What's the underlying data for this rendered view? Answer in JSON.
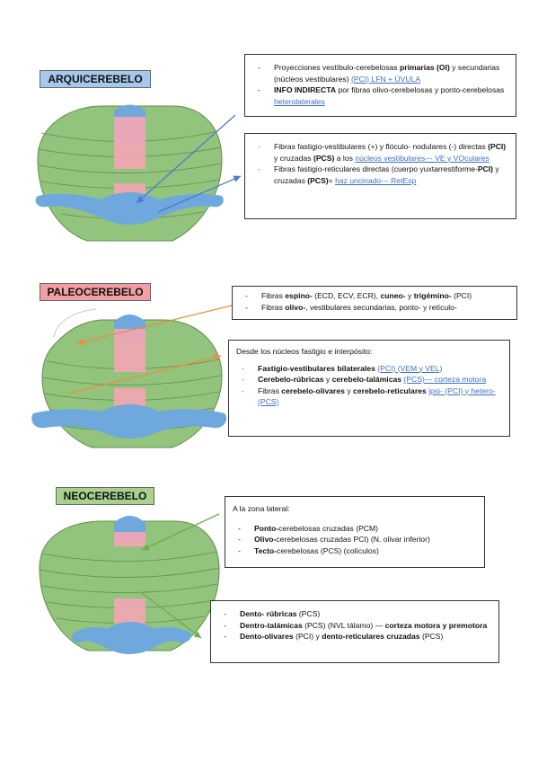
{
  "sections": {
    "arqui": {
      "label": "ARQUICEREBELO",
      "color": "#a6c8ec",
      "box1": [
        {
          "pre": "Proyecciones vestíbulo-cerebelosas ",
          "b1": "primarias (OI)",
          "mid": " y secundarias (núcleos vestibulares) ",
          "link": "(PCI) LFN + ÚVULA"
        },
        {
          "b1": "INFO INDIRECTA",
          "mid": " por fibras olivo-cerebelosas y ponto-cerebelosas ",
          "link": "heterolaterales"
        }
      ],
      "box2": [
        {
          "pre": "Fibras fastigio-vestibulares (+) y flóculo- nodulares (-) directas ",
          "b1": "(PCI)",
          "mid": " y cruzadas ",
          "b2": "(PCS)",
          "mid2": " a los ",
          "link": "núcleos vestibulares--- VE y VOculares"
        },
        {
          "pre": "Fibras fastigio-reticulares directas (cuerpo yuxtarrestiforme-",
          "b1": "PCI)",
          "mid": " y cruzadas ",
          "b2": "(PCS)",
          "mid2": "= ",
          "link": "haz uncinado--- RetEsp"
        }
      ]
    },
    "paleo": {
      "label": "PALEOCEREBELO",
      "color": "#f19ea4",
      "box1": [
        {
          "pre": "Fibras ",
          "b1": "espino-",
          "mid": " (ECD, ECV, ECR), ",
          "b2": "cuneo-",
          "mid2": " y ",
          "b3": "trigémino-",
          "end": " (PCI)"
        },
        {
          "pre": "Fibras ",
          "b1": "olivo-",
          "mid": ", vestibulares secundarias, ponto- y retículo-"
        }
      ],
      "box2_intro": "Desde los núcleos fastigio e interpósito:",
      "box2": [
        {
          "b1": "Fastigio-vestibulares bilaterales",
          "mid": " ",
          "link": "(PCI) (VEM y VEL)"
        },
        {
          "b1": "Cerebelo-rúbricas",
          "mid": " y ",
          "b2": "cerebelo-talámicas",
          "mid2": " ",
          "link": "(PCS)--- corteza motora"
        },
        {
          "pre": "Fibras ",
          "b1": "cerebelo-olivares",
          "mid": " y ",
          "b2": "cerebelo-reticulares",
          "mid2": " ",
          "link": "ipsi- (PCI) y hetero- (PCS)"
        }
      ]
    },
    "neo": {
      "label": "NEOCEREBELO",
      "color": "#a9d18e",
      "box1_intro": "A la zona lateral:",
      "box1": [
        {
          "b1": "Ponto-",
          "mid": "cerebelosas cruzadas (PCM)"
        },
        {
          "b1": "Olivo-",
          "mid": "cerebelosas cruzadas PCI) (N. olivar inferior)"
        },
        {
          "b1": "Tecto-",
          "mid": "cerebelosas (PCS) (colículos)"
        }
      ],
      "box2": [
        {
          "b1": "Dento- rúbricas",
          "mid": " (PCS)"
        },
        {
          "b1": "Dentro-talámicas",
          "mid": " (PCS) (NVL tálamo) — ",
          "b2": "corteza motora y premotora"
        },
        {
          "b1": "Dento-olivares",
          "mid": " (PCI) y ",
          "b2": "dento-retículares cruzadas",
          "mid2": " (PCS)"
        }
      ]
    }
  },
  "colors": {
    "cerebellum_green": "#93c47d",
    "vermis_pink": "#f4a6b4",
    "flocculus_blue": "#6fa8dc",
    "arrow_blue": "#4a7bd0",
    "arrow_orange": "#f08a3c",
    "arrow_green": "#70ad47"
  }
}
